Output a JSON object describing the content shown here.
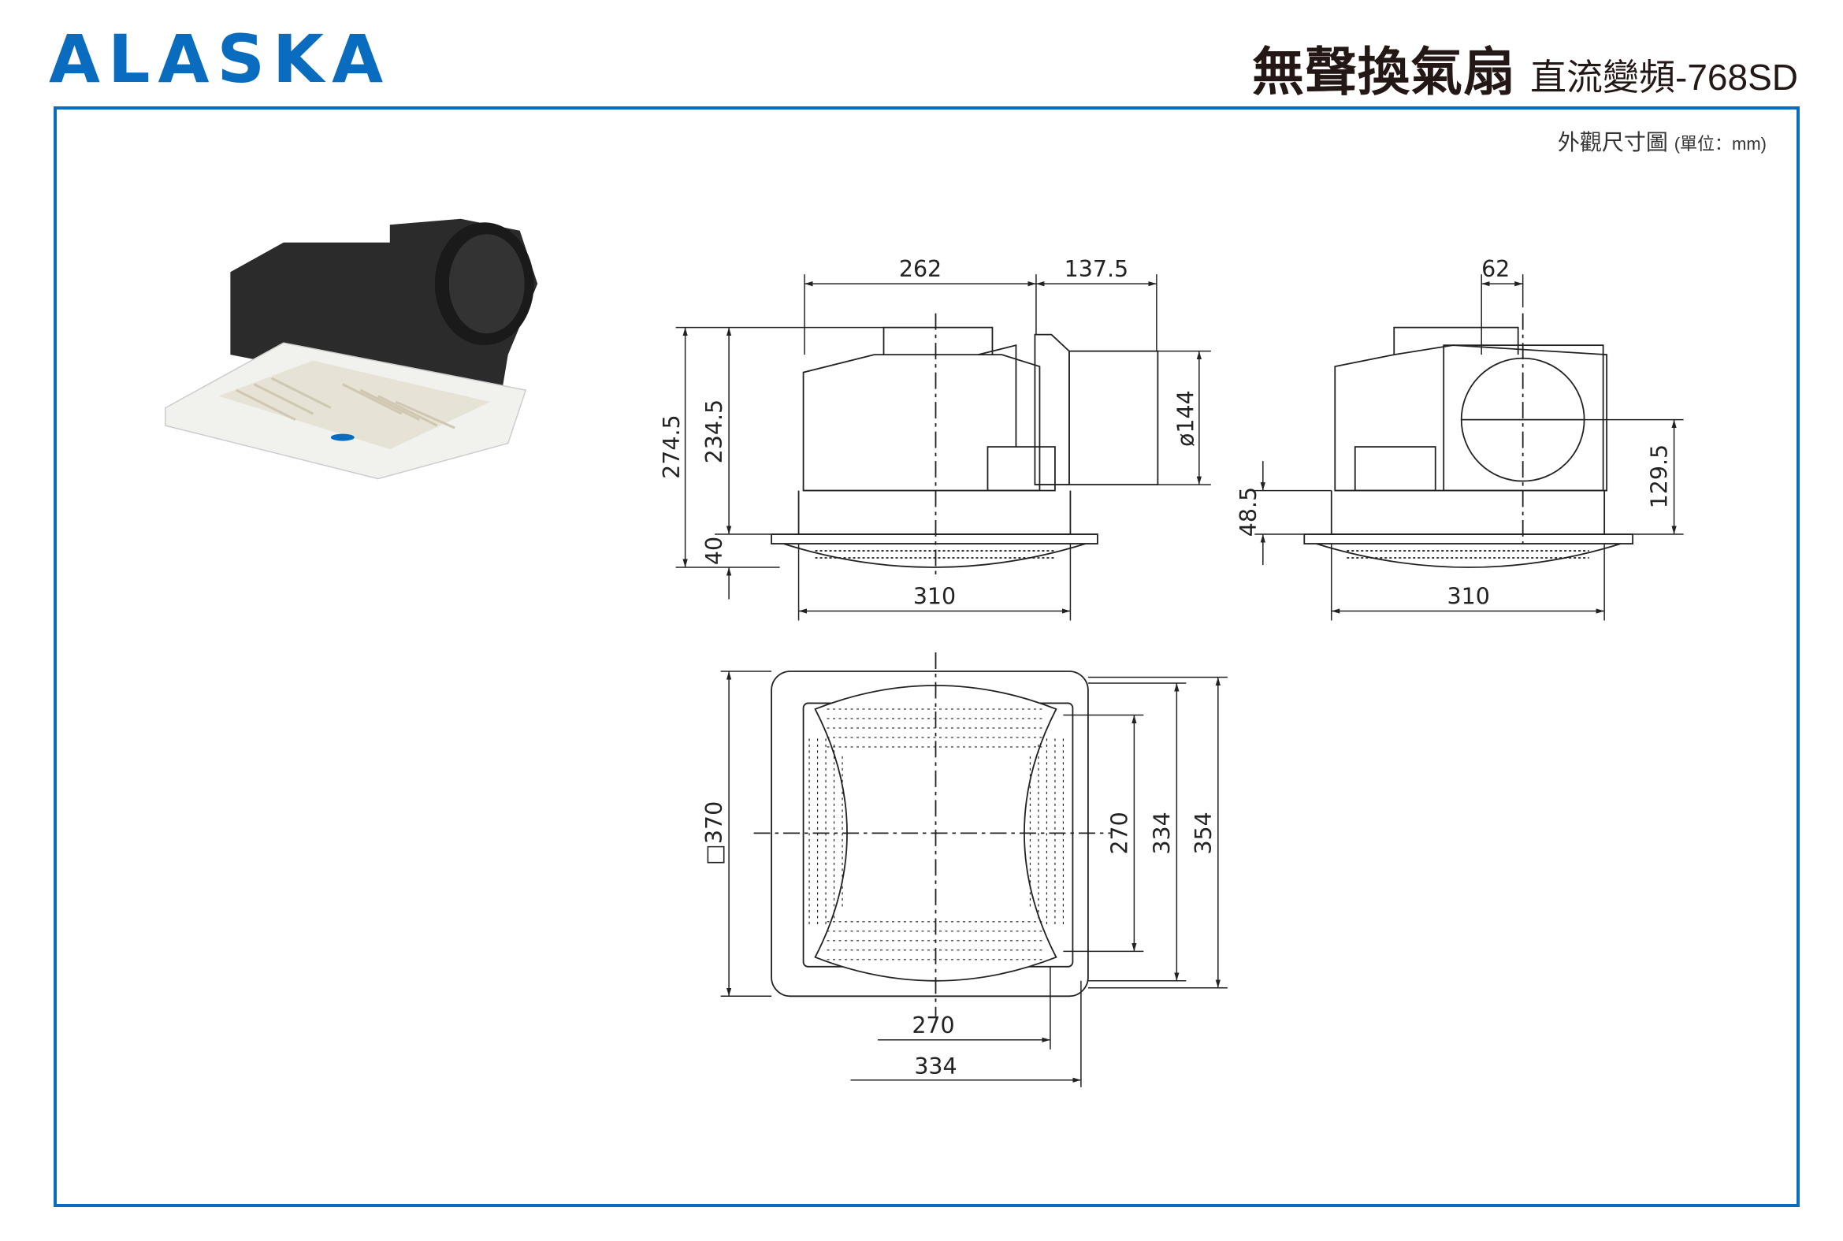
{
  "brand": {
    "name": "ALASKA",
    "color": "#0a6cbf"
  },
  "header": {
    "title": "無聲換氣扇",
    "subtitle": "直流變頻-768SD"
  },
  "caption": {
    "label": "外觀尺寸圖",
    "unit": "(單位：mm)"
  },
  "front_view": {
    "width_body": "262",
    "width_duct": "137.5",
    "height_total": "274.5",
    "height_body": "234.5",
    "height_panel": "40",
    "duct_diameter": "ø144",
    "width_panel": "310"
  },
  "side_view": {
    "duct_offset": "62",
    "panel_height": "48.5",
    "duct_height": "129.5",
    "width_panel": "310"
  },
  "bottom_view": {
    "panel_size": "□370",
    "inner_v": "270",
    "mid_v": "334",
    "outer_v": "354",
    "inner_h": "270",
    "mid_h": "334"
  }
}
